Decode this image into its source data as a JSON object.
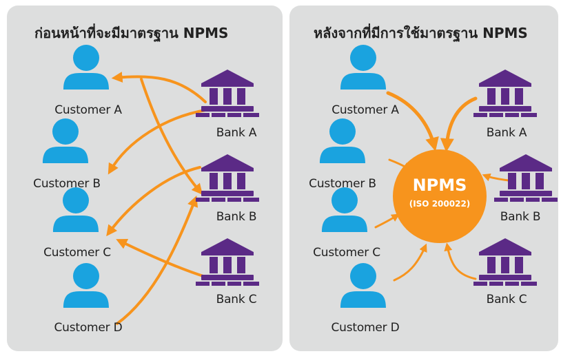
{
  "left_panel": {
    "title": "ก่อนหน้าที่จะมีมาตรฐาน NPMS",
    "customers": [
      "Customer A",
      "Customer B",
      "Customer C",
      "Customer D"
    ],
    "banks": [
      "Bank A",
      "Bank B",
      "Bank C"
    ]
  },
  "right_panel": {
    "title": "หลังจากที่มีการใช้มาตรฐาน NPMS",
    "customers": [
      "Customer A",
      "Customer B",
      "Customer C",
      "Customer D"
    ],
    "banks": [
      "Bank A",
      "Bank B",
      "Bank C"
    ],
    "hub": {
      "name": "NPMS",
      "subtitle": "(ISO 200022)"
    }
  },
  "colors": {
    "panel_bg": "#dddede",
    "person_icon": "#1aa3df",
    "bank_icon": "#5b2a86",
    "arrow": "#f7941d",
    "hub": "#f7941d"
  }
}
